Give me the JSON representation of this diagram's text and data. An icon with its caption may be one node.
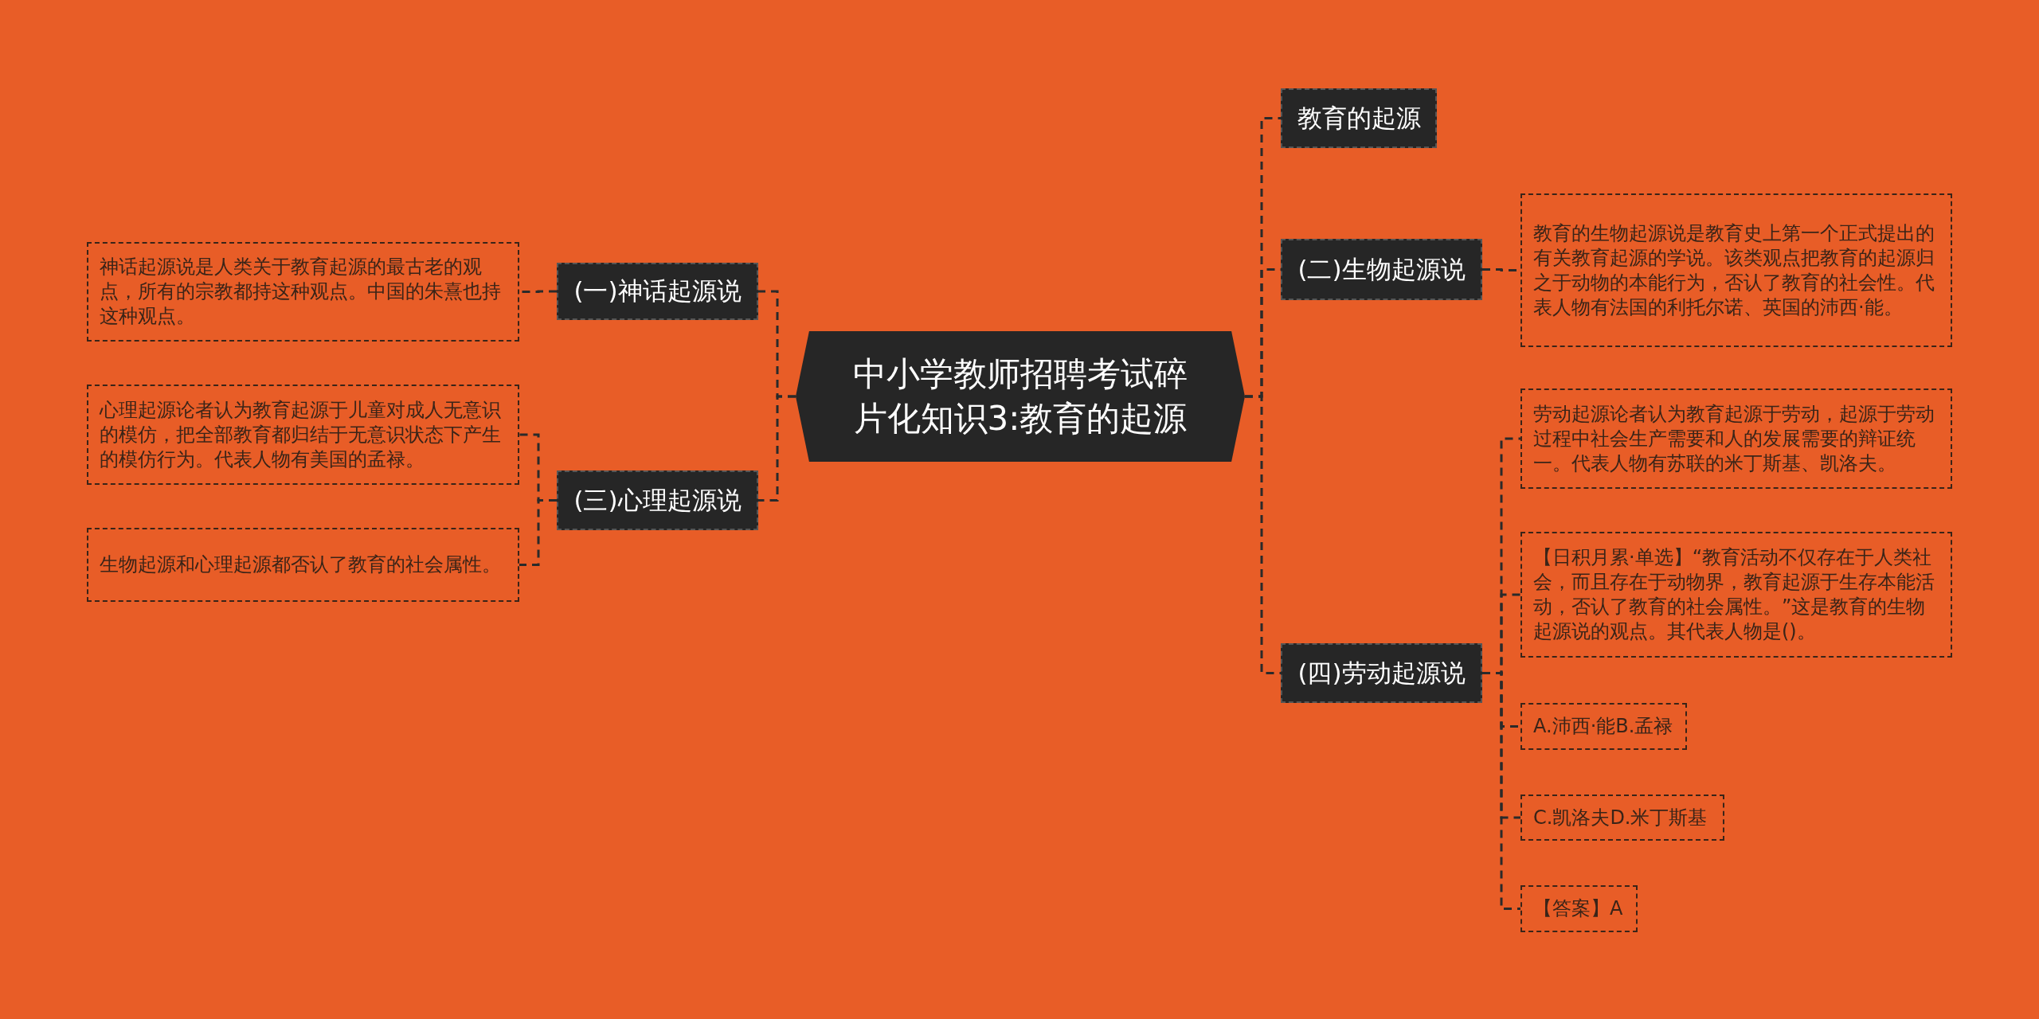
{
  "diagram": {
    "nodes": [
      {
        "text": [
          "中小学教师招聘考试碎片化知识3:教育的起源"
        ]
      },
      {
        "text": [
          "(一)神话起源说"
        ]
      },
      {
        "text": [
          "神话起源说是人类关于教育起源的最古老的观点，所有的宗教都持这种观点。中国的朱熹也持这种观点。"
        ]
      },
      {
        "text": [
          "(三)心理起源说"
        ]
      },
      {
        "text": [
          "心理起源论者认为教育起源于儿童对成人无意识的模仿，把全部教育都归结于无意识状态下产生的模仿行为。代表人物有美国的孟禄。"
        ]
      },
      {
        "text": [
          "生物起源和心理起源都否认了教育的社会属性。"
        ]
      },
      {
        "text": [
          "教育的起源"
        ]
      },
      {
        "text": [
          "(二)生物起源说"
        ]
      },
      {
        "text": [
          "教育的生物起源说是教育史上第一个正式提出的有关教育起源的学说。该类观点把教育的起源归之于动物的本能行为，否认了教育的社会性。代表人物有法国的利托尔诺、英国的沛西·能。"
        ]
      },
      {
        "text": [
          "(四)劳动起源说"
        ]
      },
      {
        "text": [
          "劳动起源论者认为教育起源于劳动，起源于劳动过程中社会生产需要和人的发展需要的辩证统一。代表人物有苏联的米丁斯基、凯洛夫。"
        ]
      },
      {
        "text": [
          "【日积月累·单选】“教育活动不仅存在于人类社会，而且存在于动物界，教育起源于生存本能活动，否认了教育的社会属性。”这是教育的生物起源说的观点。其代表人物是()。"
        ]
      },
      {
        "text": [
          "A.沛西·能B.孟禄"
        ]
      },
      {
        "text": [
          "C.凯洛夫D.米丁斯基"
        ]
      },
      {
        "text": [
          "【答案】A"
        ]
      }
    ],
    "edges": [
      {
        "from": 0,
        "to": 1,
        "arrow": "none"
      },
      {
        "from": 0,
        "to": 3,
        "arrow": "none"
      },
      {
        "from": 1,
        "to": 2,
        "arrow": "none"
      },
      {
        "from": 3,
        "to": 4,
        "arrow": "none"
      },
      {
        "from": 3,
        "to": 5,
        "arrow": "none"
      },
      {
        "from": 0,
        "to": 6,
        "arrow": "none"
      },
      {
        "from": 0,
        "to": 7,
        "arrow": "none"
      },
      {
        "from": 0,
        "to": 9,
        "arrow": "none"
      },
      {
        "from": 7,
        "to": 8,
        "arrow": "none"
      },
      {
        "from": 9,
        "to": 10,
        "arrow": "none"
      },
      {
        "from": 9,
        "to": 11,
        "arrow": "none"
      },
      {
        "from": 9,
        "to": 12,
        "arrow": "none"
      },
      {
        "from": 9,
        "to": 13,
        "arrow": "none"
      },
      {
        "from": 9,
        "to": 14,
        "arrow": "none"
      }
    ]
  }
}
